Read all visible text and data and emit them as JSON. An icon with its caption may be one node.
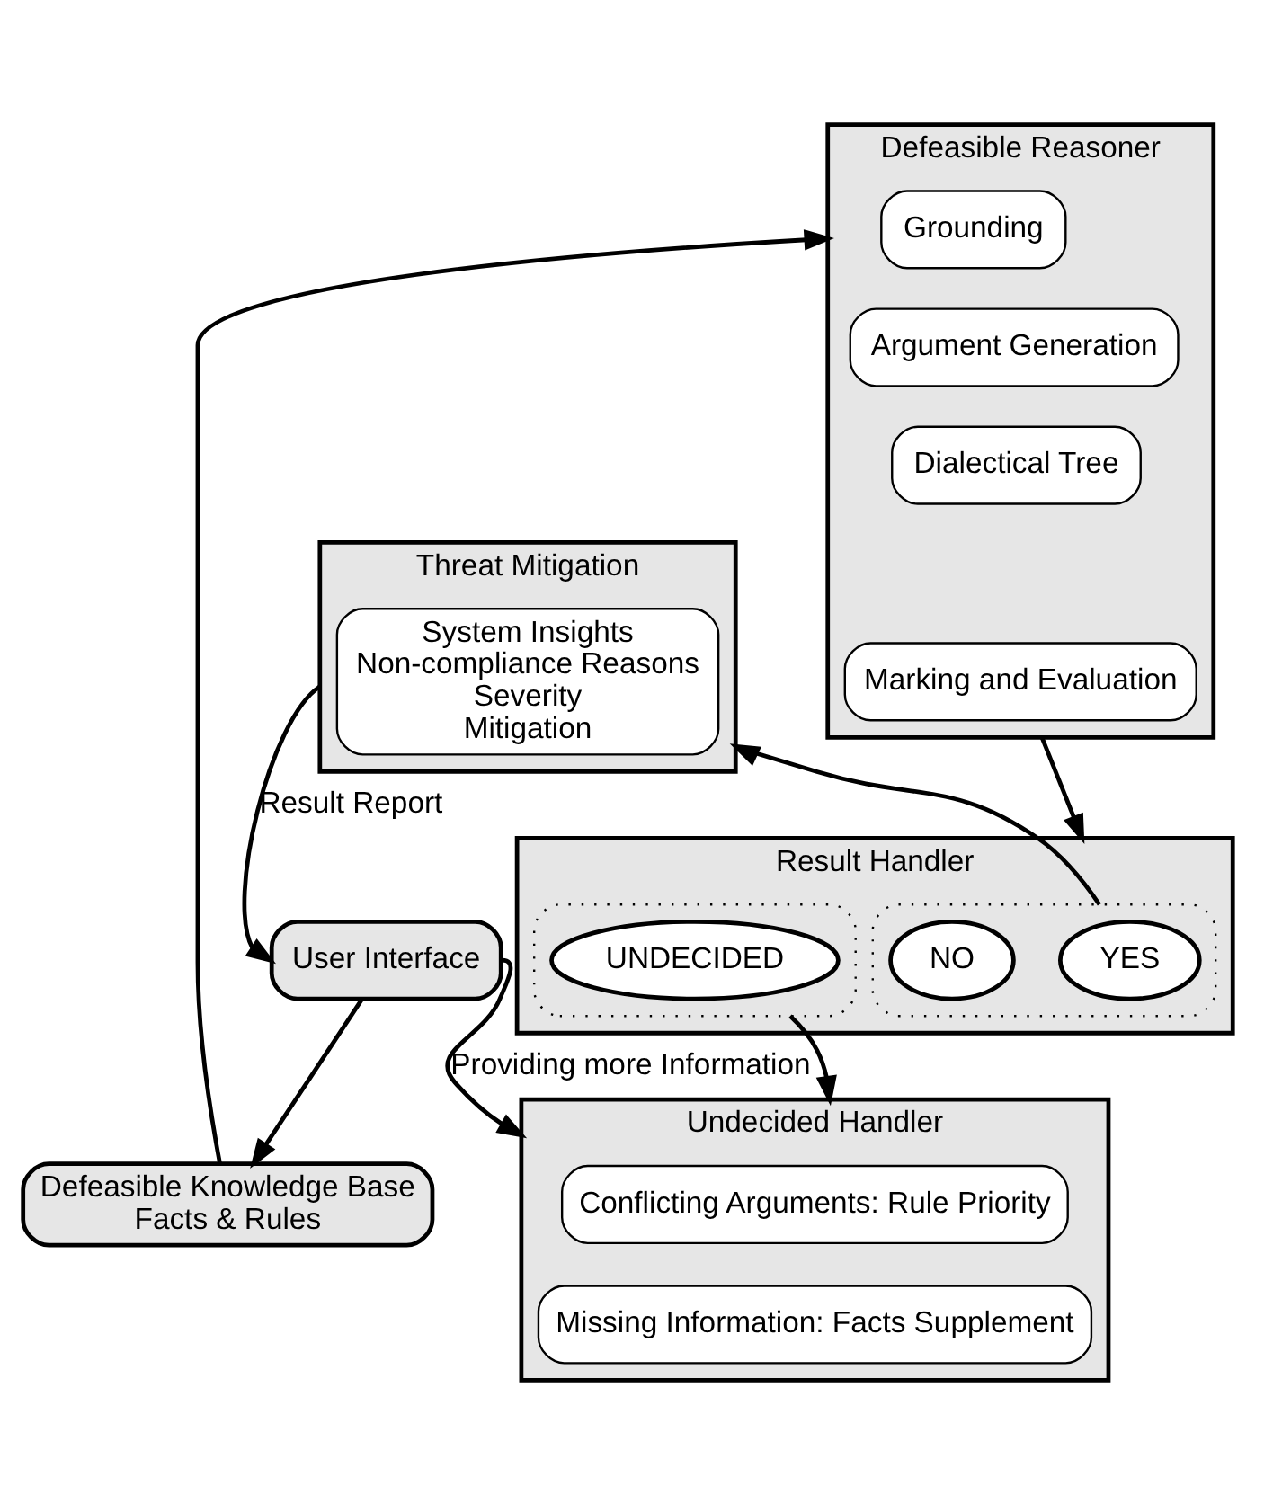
{
  "diagram": {
    "nodes": [
      {
        "text": [
          "User Interface"
        ]
      },
      {
        "text": [
          "Defeasible Knowledge Base",
          "Facts & Rules"
        ]
      },
      {
        "text": [
          "Defeasible Reasoner"
        ]
      },
      {
        "text": [
          "Grounding"
        ],
        "in": 2
      },
      {
        "text": [
          "Argument Generation"
        ],
        "in": 2
      },
      {
        "text": [
          "Dialectical Tree"
        ],
        "in": 2
      },
      {
        "text": [
          "Marking and Evaluation"
        ],
        "in": 2
      },
      {
        "text": [
          "Result Handler"
        ]
      },
      {
        "text": [],
        "shape": "box",
        "in": 7
      },
      {
        "text": [
          "YES"
        ],
        "in": 8
      },
      {
        "text": [
          "NO"
        ],
        "in": 8
      },
      {
        "text": [],
        "shape": "box",
        "in": 7
      },
      {
        "text": [
          "UNDECIDED"
        ],
        "in": 11
      },
      {
        "text": [
          "Threat Mitigation"
        ]
      },
      {
        "text": [
          "System Insights",
          "Non-compliance Reasons",
          "Severity",
          "Mitigation"
        ],
        "in": 13
      },
      {
        "text": [
          "Undecided Handler"
        ]
      },
      {
        "text": [
          "Conflicting Arguments: Rule Priority"
        ],
        "in": 15
      },
      {
        "text": [
          "Missing Information: Facts Supplement"
        ],
        "in": 15
      }
    ],
    "edges": [
      {
        "from": 0,
        "to": 1,
        "arrow": "to"
      },
      {
        "from": 1,
        "to": 2,
        "arrow": "to"
      },
      {
        "from": 2,
        "to": 7,
        "arrow": "to"
      },
      {
        "from": 8,
        "to": 13,
        "arrow": "to"
      },
      {
        "from": 11,
        "to": 15,
        "arrow": "to"
      },
      {
        "from": 13,
        "to": 0,
        "arrow": "to",
        "label": "Result Report"
      },
      {
        "from": 0,
        "to": 15,
        "arrow": "to",
        "label": "Providing more Information"
      }
    ]
  }
}
